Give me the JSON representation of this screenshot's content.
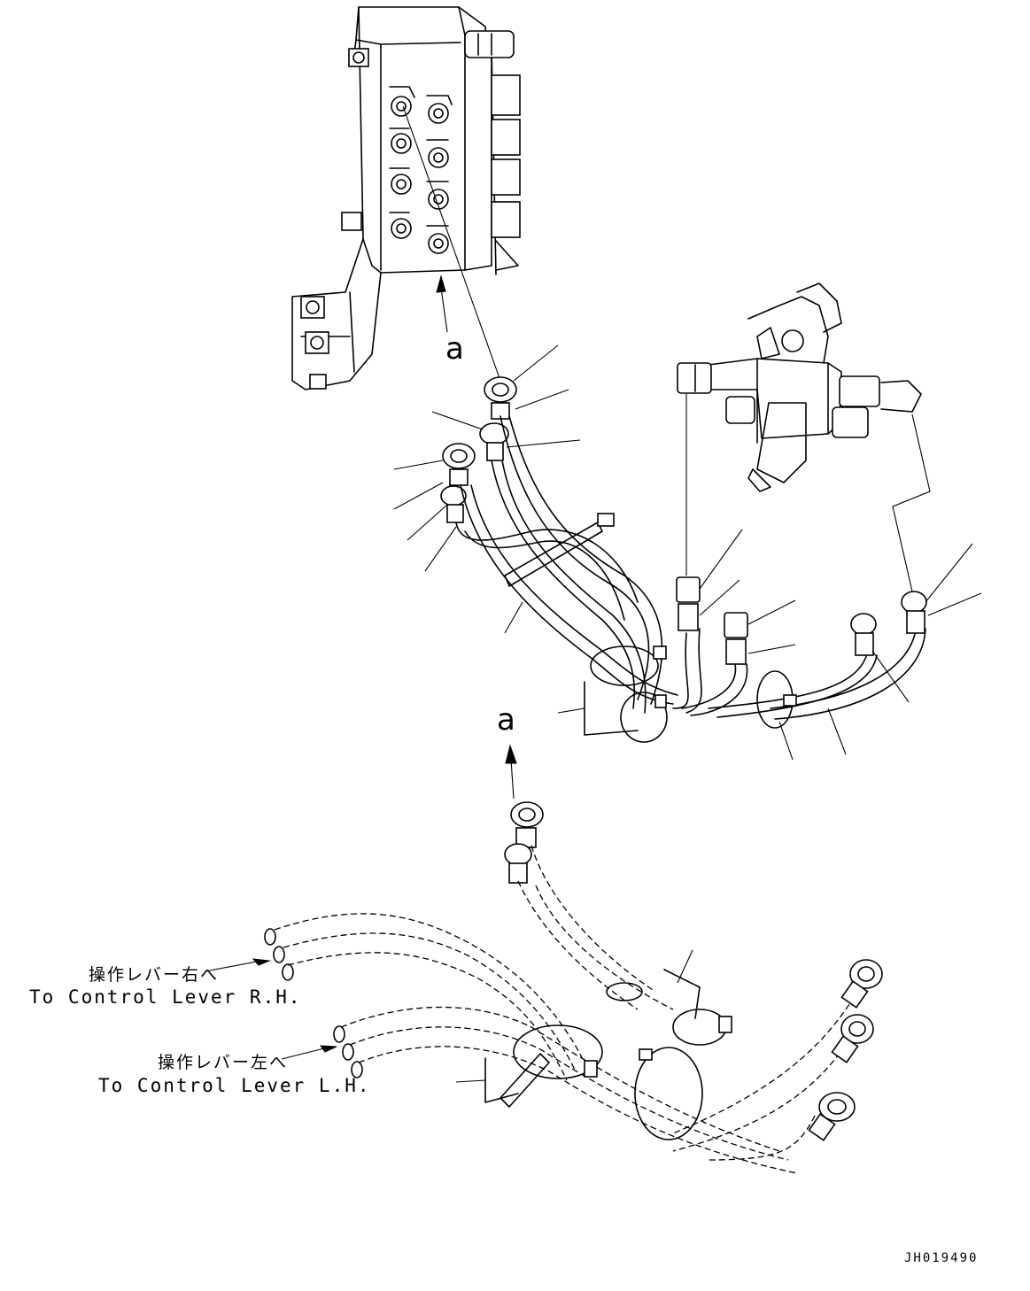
{
  "view_marker_top": "a",
  "view_marker_mid": "a",
  "destinations": {
    "right": {
      "jp": "操作レバー右へ",
      "en": "To Control Lever R.H."
    },
    "left": {
      "jp": "操作レバー左へ",
      "en": "To Control Lever L.H."
    }
  },
  "drawing_code": "JH019490"
}
